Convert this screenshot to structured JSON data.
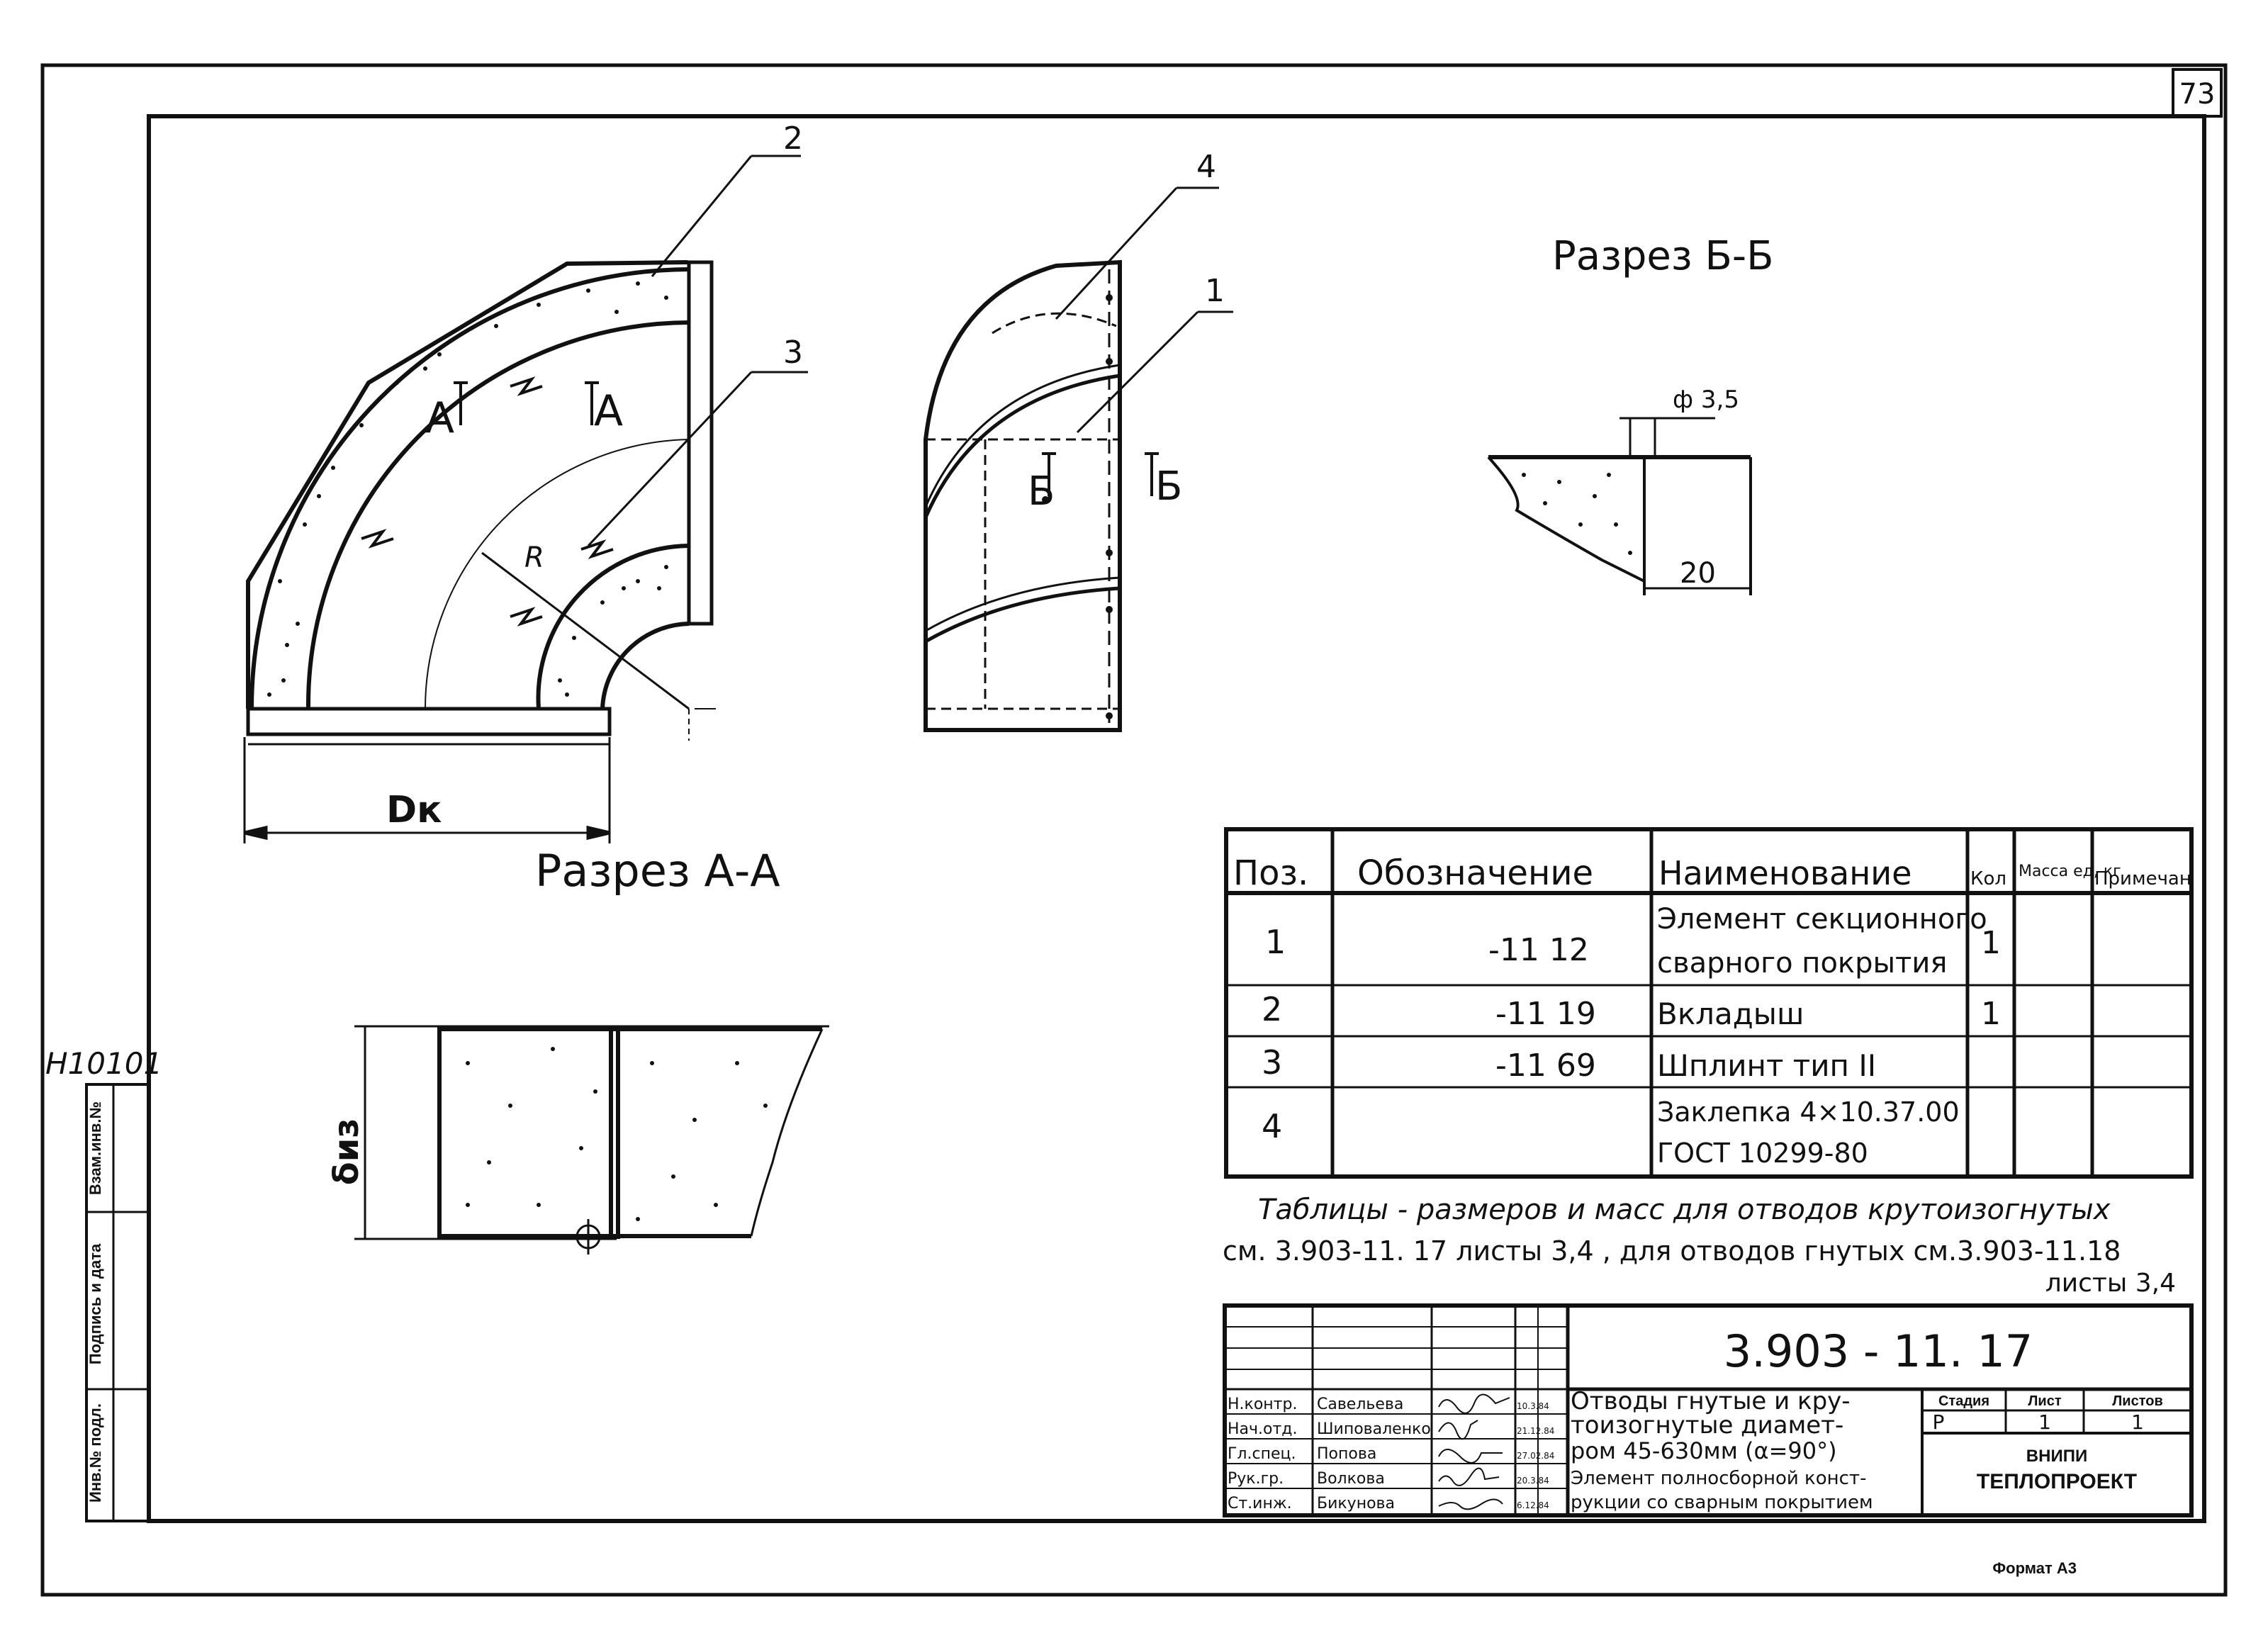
{
  "sheet_number": "73",
  "archive_code": "H10101",
  "left_strip": {
    "inv_orig": "Инв.№ подл.",
    "sign_date": "Подпись и дата",
    "inv_repl": "Взам.инв.№"
  },
  "views": {
    "section_aa": "Разрез А-А",
    "section_bb": "Разрез Б-Б",
    "mark_a_left": "А",
    "mark_a_right": "А",
    "mark_b_left": "Б",
    "mark_b_right": "Б",
    "dim_dk": "Dк",
    "dim_r": "R",
    "dim_diz": "δиз",
    "dim_phi": "ф 3,5",
    "dim_20": "20",
    "leaders": [
      "2",
      "3",
      "4",
      "1"
    ]
  },
  "spec_table": {
    "headers": [
      "Поз.",
      "Обозначение",
      "Наименование",
      "Кол",
      "Масса ед, кг",
      "Примечан"
    ],
    "rows": [
      {
        "pos": "1",
        "designation": "-11 12",
        "name": [
          "Элемент секционного",
          "сварного покрытия"
        ],
        "qty": "1"
      },
      {
        "pos": "2",
        "designation": "-11 19",
        "name": [
          "Вкладыш"
        ],
        "qty": "1"
      },
      {
        "pos": "3",
        "designation": "-11 69",
        "name": [
          "Шплинт тип II"
        ],
        "qty": ""
      },
      {
        "pos": "4",
        "designation": "",
        "name": [
          "Заклепка 4×10.37.00",
          "ГОСТ 10299-80"
        ],
        "qty": ""
      }
    ]
  },
  "note": [
    "Таблицы - размеров и масс для отводов крутоизогнутых",
    "см. 3.903-11. 17 листы 3,4 , для отводов гнутых см.3.903-11.18",
    "листы 3,4"
  ],
  "title_block": {
    "doc_code": "3.903 - 11. 17",
    "people": [
      {
        "role": "Н.контр.",
        "name": "Савельева",
        "date": "10.3.84"
      },
      {
        "role": "Нач.отд.",
        "name": "Шиповаленко",
        "date": "21.12.84"
      },
      {
        "role": "Гл.спец.",
        "name": "Попова",
        "date": "27.02.84"
      },
      {
        "role": "Рук.гр.",
        "name": "Волкова",
        "date": "20.3.84"
      },
      {
        "role": "Ст.инж.",
        "name": "Бикунова",
        "date": "6.12.84"
      }
    ],
    "title_lines": [
      "Отводы гнутые и кру-",
      "тоизогнутые диамет-",
      "ром 45-630мм (α=90°)",
      "Элемент полносборной конст-",
      "рукции со сварным покрытием"
    ],
    "stage_header": "Стадия",
    "sheet_header": "Лист",
    "sheets_header": "Листов",
    "stage": "Р",
    "sheet": "1",
    "sheets": "1",
    "org_line1": "ВНИПИ",
    "org_line2": "ТЕПЛОПРОЕКТ"
  },
  "format_label": "Формат А3"
}
